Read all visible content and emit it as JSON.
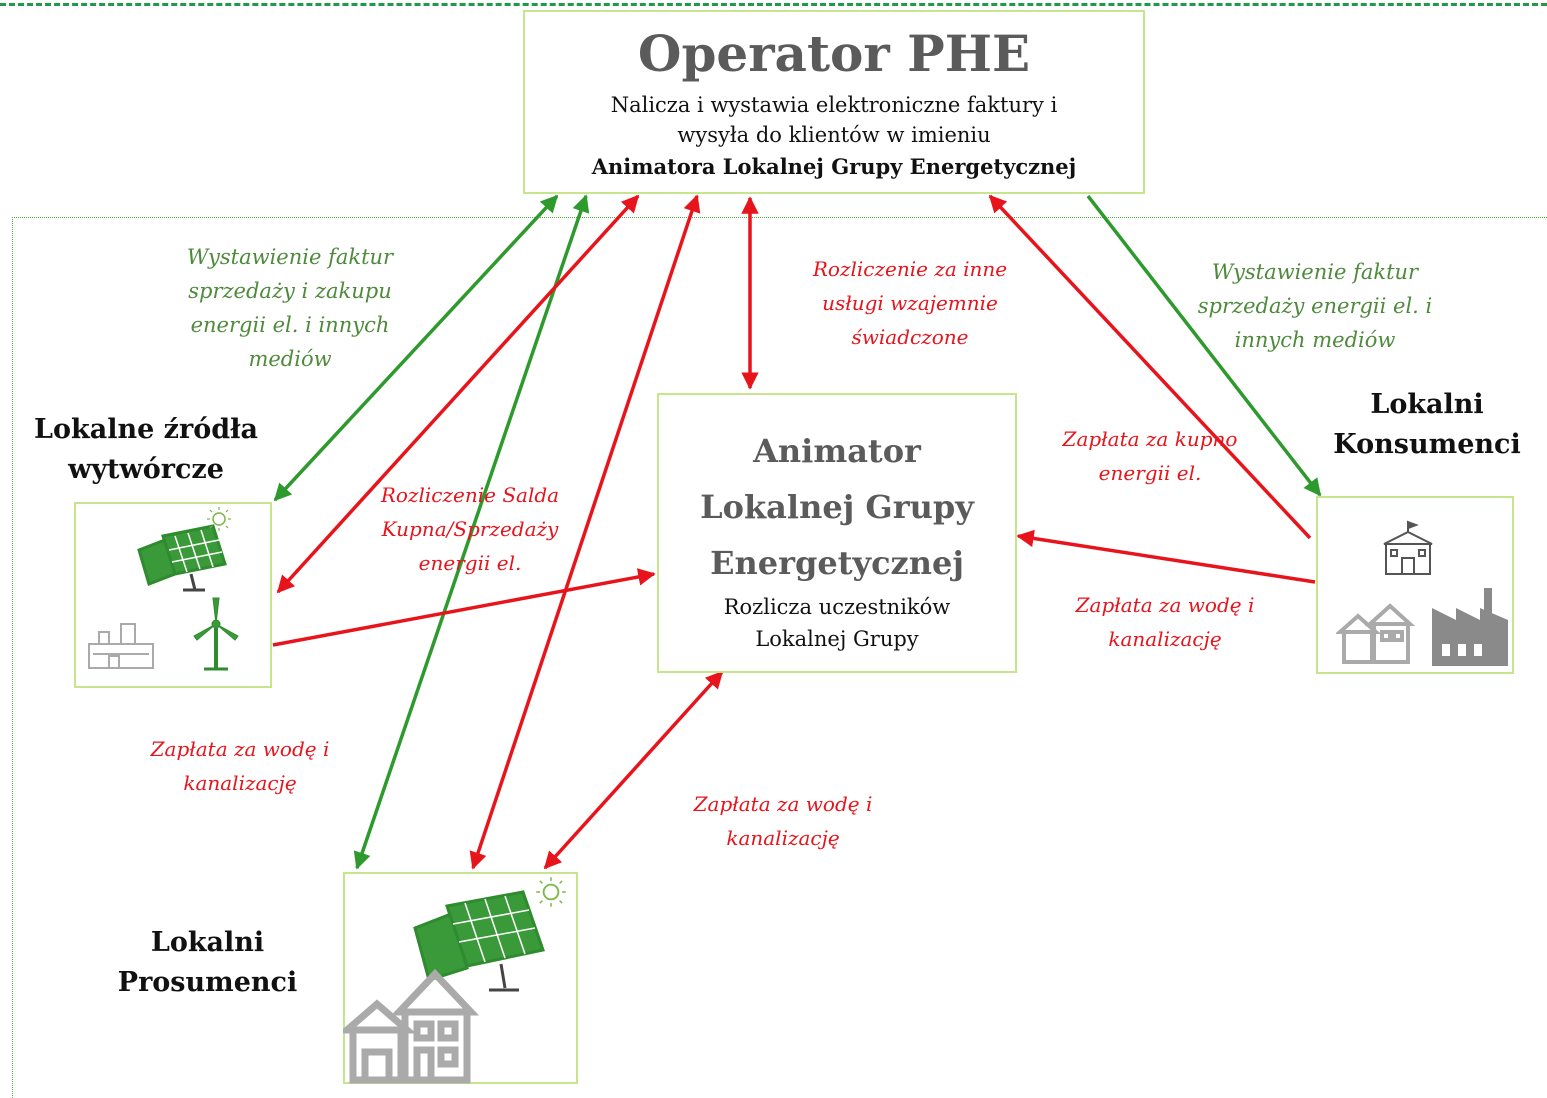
{
  "operator": {
    "title": "Operator PHE",
    "line1": "Nalicza i wystawia elektroniczne faktury i",
    "line2": "wysyła do klientów w imieniu",
    "line3": "Animatora  Lokalnej Grupy  Energetycznej"
  },
  "animator": {
    "title1": "Animator",
    "title2": "Lokalnej Grupy",
    "title3": "Energetycznej",
    "sub1": "Rozlicza uczestników",
    "sub2": "Lokalnej Grupy"
  },
  "nodes": {
    "sources_line1": "Lokalne źródła",
    "sources_line2": "wytwórcze",
    "consumers_line1": "Lokalni",
    "consumers_line2": "Konsumenci",
    "prosumers_line1": "Lokalni",
    "prosumers_line2": "Prosumenci"
  },
  "flows": {
    "invoice_sources": [
      "Wystawienie faktur",
      "sprzedaży i zakupu",
      "energii el. i innych",
      "mediów"
    ],
    "invoice_consumers": [
      "Wystawienie faktur",
      "sprzedaży energii el. i",
      "innych mediów"
    ],
    "settlement_other": [
      "Rozliczenie za inne",
      "usługi wzajemnie",
      "świadczone"
    ],
    "balance": [
      "Rozliczenie Salda",
      "Kupna/Sprzedaży",
      "energii el."
    ],
    "payment_purchase": [
      "Zapłata za kupno",
      "energii el."
    ],
    "water_consumers": [
      "Zapłata za wodę i",
      "kanalizację"
    ],
    "water_left": [
      "Zapłata za wodę i",
      "kanalizację"
    ],
    "water_prosumers": [
      "Zapłata za wodę i",
      "kanalizację"
    ]
  },
  "colors": {
    "green_arrow": "#2e9a2e",
    "red_arrow": "#e8141c",
    "box_border": "#c6e58c",
    "green_text": "#4e8a3c",
    "red_text": "#e8141c"
  },
  "icons": [
    "solar-panel-icon",
    "sun-icon",
    "wind-turbine-icon",
    "power-plant-icon",
    "school-building-icon",
    "house-icon",
    "factory-icon"
  ]
}
